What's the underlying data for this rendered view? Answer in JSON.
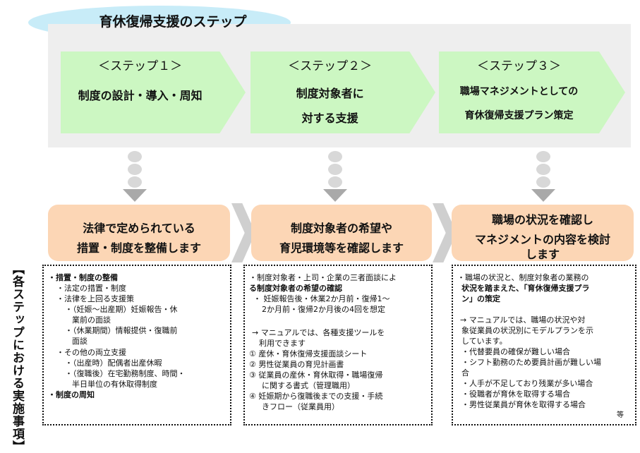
{
  "title": "育休復帰支援のステップ",
  "steps": [
    {
      "label": "＜ステップ１＞",
      "name_lines": [
        "制度の設計・導入・周知"
      ]
    },
    {
      "label": "＜ステップ２＞",
      "name_lines": [
        "制度対象者に",
        "対する支援"
      ]
    },
    {
      "label": "＜ステップ３＞",
      "name_lines": [
        "職場マネジメントとしての",
        "育休復帰支援プラン策定"
      ]
    }
  ],
  "actions": [
    {
      "lines": [
        "法律で定められている",
        "措置・制度を整備します"
      ]
    },
    {
      "lines": [
        "制度対象者の希望や",
        "育児環境等を確認します"
      ]
    },
    {
      "lines": [
        "職場の状況を確認し",
        "マネジメントの内容を検討",
        "します"
      ]
    }
  ],
  "side_label": "【各ステップにおける実施事項】",
  "details": [
    {
      "lines": [
        "・措置・制度の整備",
        "・法定の措置・制度",
        "・法律を上回る支援策",
        "・（妊娠～出産期）妊娠報告・休",
        "業前の面談",
        "・（休業期間）情報提供・復職前",
        "面談",
        "・その他の両立支援",
        "・（出産時）配偶者出産休暇",
        "・（復職後）在宅勤務制度、時間・",
        "半日単位の有休取得制度",
        "・制度の周知"
      ]
    },
    {
      "lines": [
        "・制度対象者・上司・企業の三者面談によ",
        "る制度対象者の希望の確認",
        "・ 妊娠報告後・休業2か月前・復帰1～",
        "2か月前・復帰2か月後の4回を想定",
        "",
        "→ マニュアルでは、各種支援ツールを",
        "利用できます",
        "① 産休・育休復帰支援面談シート",
        "② 男性従業員の育児計画書",
        "③ 従業員の産休・育休取得・職場復帰",
        "に関する書式（管理職用）",
        "④ 妊娠期から復職後までの支援・手続",
        "きフロー（従業員用）"
      ]
    },
    {
      "lines": [
        "・職場の状況と、制度対象者の業務の",
        "状況を踏まえた、「育休復帰支援プラ",
        "ン」の策定",
        "",
        "→ マニュアルでは、職場の状況や対",
        "象従業員の状況別にモデルプランを示",
        "しています。",
        "・代替要員の確保が難しい場合",
        "・シフト勤務のため要員計画が難しい場",
        "合",
        "・人手が不足しており残業が多い場合",
        "・役職者が育休を取得する場合",
        "・男性従業員が育休を取得する場合",
        "等"
      ]
    }
  ],
  "colors": {
    "oval": "#c8ecf8",
    "band": "#eeeeee",
    "step_arrow": "#ccf7c2",
    "action_box": "#fcd6b5",
    "connector": "#a9a9a9"
  }
}
